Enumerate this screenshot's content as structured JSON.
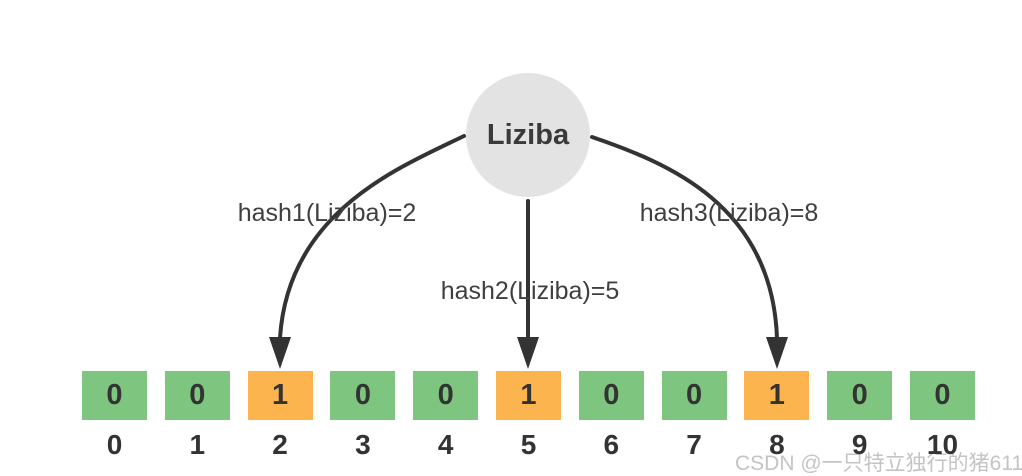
{
  "diagram": {
    "node_label": "Liziba",
    "hash_labels": {
      "hash1": "hash1(Liziba)=2",
      "hash2": "hash2(Liziba)=5",
      "hash3": "hash3(Liziba)=8"
    },
    "bit_array": {
      "cells": [
        {
          "index": "0",
          "value": "0",
          "state": "unset"
        },
        {
          "index": "1",
          "value": "0",
          "state": "unset"
        },
        {
          "index": "2",
          "value": "1",
          "state": "set"
        },
        {
          "index": "3",
          "value": "0",
          "state": "unset"
        },
        {
          "index": "4",
          "value": "0",
          "state": "unset"
        },
        {
          "index": "5",
          "value": "1",
          "state": "set"
        },
        {
          "index": "6",
          "value": "0",
          "state": "unset"
        },
        {
          "index": "7",
          "value": "0",
          "state": "unset"
        },
        {
          "index": "8",
          "value": "1",
          "state": "set"
        },
        {
          "index": "9",
          "value": "0",
          "state": "unset"
        },
        {
          "index": "10",
          "value": "0",
          "state": "unset"
        }
      ]
    },
    "colors": {
      "unset_cell": "#7ec67f",
      "set_cell": "#fbb44e",
      "node_fill": "#e3e3e3",
      "arrow": "#333333"
    }
  },
  "watermark_text": "CSDN @一只特立独行的猪611"
}
